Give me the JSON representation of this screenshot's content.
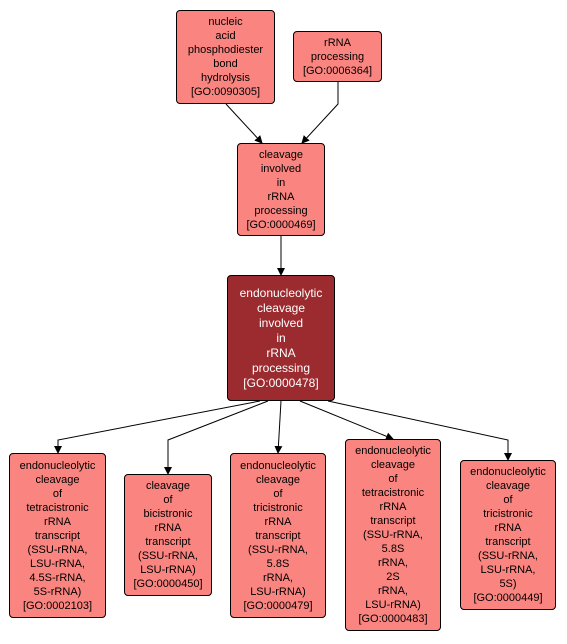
{
  "colors": {
    "node_fill": "#fa8580",
    "focus_fill": "#9b2b2f",
    "focus_text": "#ffffff",
    "border": "#000000",
    "edge": "#000000"
  },
  "nodes": [
    {
      "id": "n90305",
      "focus": false,
      "lines": [
        "nucleic",
        "acid",
        "phosphodiester",
        "bond",
        "hydrolysis",
        "[GO:0090305]"
      ]
    },
    {
      "id": "n6364",
      "focus": false,
      "lines": [
        "rRNA",
        "processing",
        "[GO:0006364]"
      ]
    },
    {
      "id": "n469",
      "focus": false,
      "lines": [
        "cleavage",
        "involved",
        "in",
        "rRNA",
        "processing",
        "[GO:0000469]"
      ]
    },
    {
      "id": "n478",
      "focus": true,
      "lines": [
        "endonucleolytic",
        "cleavage",
        "involved",
        "in",
        "rRNA",
        "processing",
        "[GO:0000478]"
      ]
    },
    {
      "id": "n2103",
      "focus": false,
      "lines": [
        "endonucleolytic",
        "cleavage",
        "of",
        "tetracistronic",
        "rRNA",
        "transcript",
        "(SSU-rRNA,",
        "LSU-rRNA,",
        "4.5S-rRNA,",
        "5S-rRNA)",
        "[GO:0002103]"
      ]
    },
    {
      "id": "n450",
      "focus": false,
      "lines": [
        "cleavage",
        "of",
        "bicistronic",
        "rRNA",
        "transcript",
        "(SSU-rRNA,",
        "LSU-rRNA)",
        "[GO:0000450]"
      ]
    },
    {
      "id": "n479",
      "focus": false,
      "lines": [
        "endonucleolytic",
        "cleavage",
        "of",
        "tricistronic",
        "rRNA",
        "transcript",
        "(SSU-rRNA,",
        "5.8S",
        "rRNA,",
        "LSU-rRNA)",
        "[GO:0000479]"
      ]
    },
    {
      "id": "n483",
      "focus": false,
      "lines": [
        "endonucleolytic",
        "cleavage",
        "of",
        "tetracistronic",
        "rRNA",
        "transcript",
        "(SSU-rRNA,",
        "5.8S",
        "rRNA,",
        "2S",
        "rRNA,",
        "LSU-rRNA)",
        "[GO:0000483]"
      ]
    },
    {
      "id": "n449",
      "focus": false,
      "lines": [
        "endonucleolytic",
        "cleavage",
        "of",
        "tricistronic",
        "rRNA",
        "transcript",
        "(SSU-rRNA,",
        "LSU-rRNA,",
        "5S)",
        "[GO:0000449]"
      ]
    }
  ],
  "edges": [
    {
      "from": "n90305",
      "to": "n469"
    },
    {
      "from": "n6364",
      "to": "n469"
    },
    {
      "from": "n469",
      "to": "n478"
    },
    {
      "from": "n478",
      "to": "n2103"
    },
    {
      "from": "n478",
      "to": "n450"
    },
    {
      "from": "n478",
      "to": "n479"
    },
    {
      "from": "n478",
      "to": "n483"
    },
    {
      "from": "n478",
      "to": "n449"
    }
  ]
}
